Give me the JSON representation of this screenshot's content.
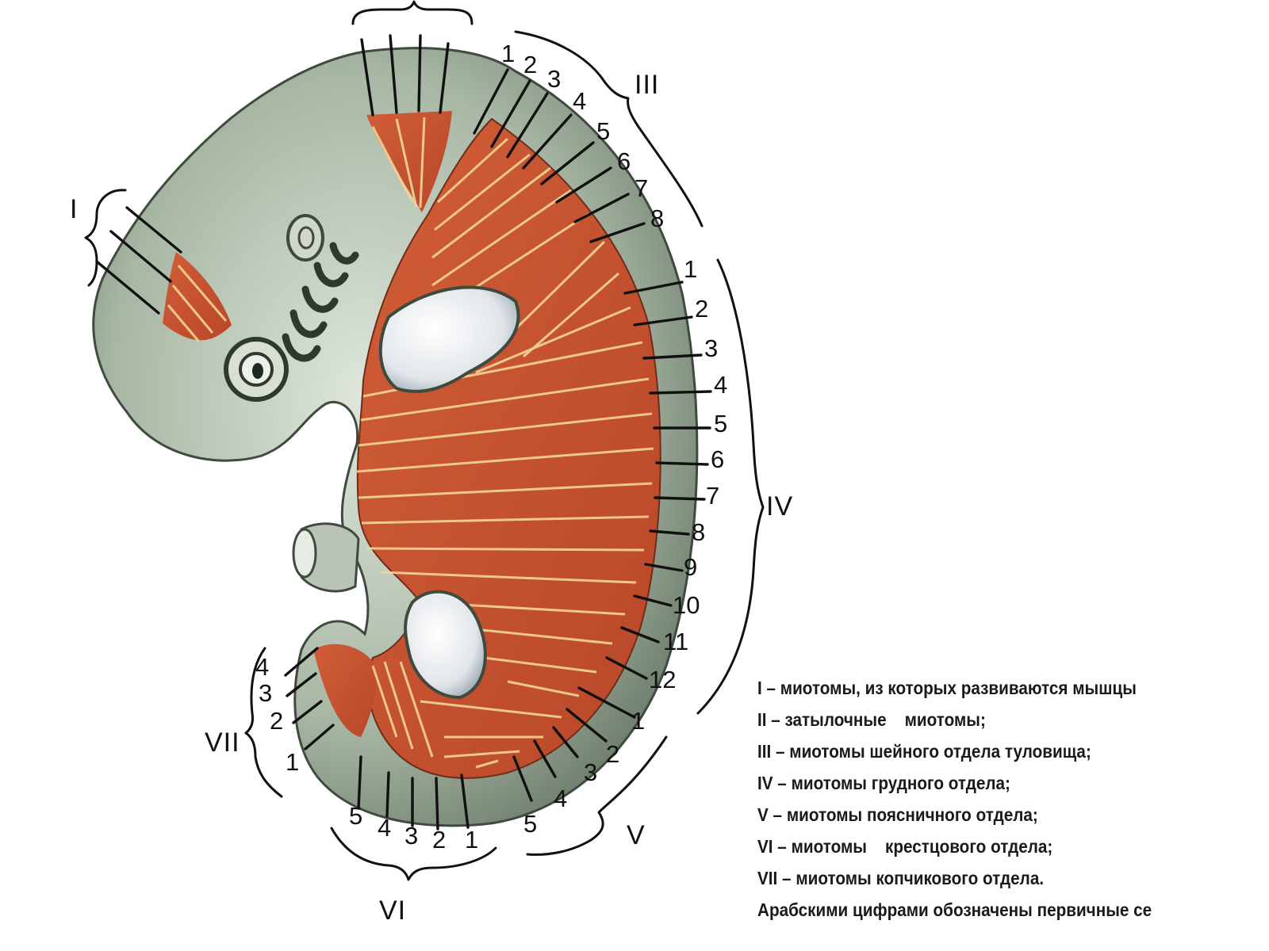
{
  "legend": [
    "I – миотомы, из которых развиваются мышцы",
    "II – затылочные    миотомы;",
    "III – миотомы шейного отдела туловища;",
    "IV – миотомы грудного отдела;",
    "V – миотомы поясничного отдела;",
    "VI – миотомы    крестцового отдела;",
    "VII – миотомы копчикового отдела.",
    "Арабскими цифрами обозначены первичные се"
  ],
  "groups": {
    "I": {
      "label": "I"
    },
    "II": {
      "label": ""
    },
    "III": {
      "label": "III",
      "numbers": [
        "1",
        "2",
        "3",
        "4",
        "5",
        "6",
        "7",
        "8"
      ]
    },
    "IV": {
      "label": "IV",
      "numbers": [
        "1",
        "2",
        "3",
        "4",
        "5",
        "6",
        "7",
        "8",
        "9",
        "10",
        "11",
        "12"
      ]
    },
    "V": {
      "label": "V",
      "numbers": [
        "1",
        "2",
        "3",
        "4",
        "5"
      ]
    },
    "VI": {
      "label": "VI",
      "numbers": [
        "5",
        "4",
        "3",
        "2",
        "1"
      ]
    },
    "VII": {
      "label": "VII",
      "numbers": [
        "4",
        "3",
        "2",
        "1"
      ]
    }
  },
  "colors": {
    "body": "#a9b7a6",
    "body_dark": "#4f5d4f",
    "muscle": "#c44f2c",
    "muscle_line": "#f1cf8a",
    "limb_bud": "#e3e6ea"
  }
}
